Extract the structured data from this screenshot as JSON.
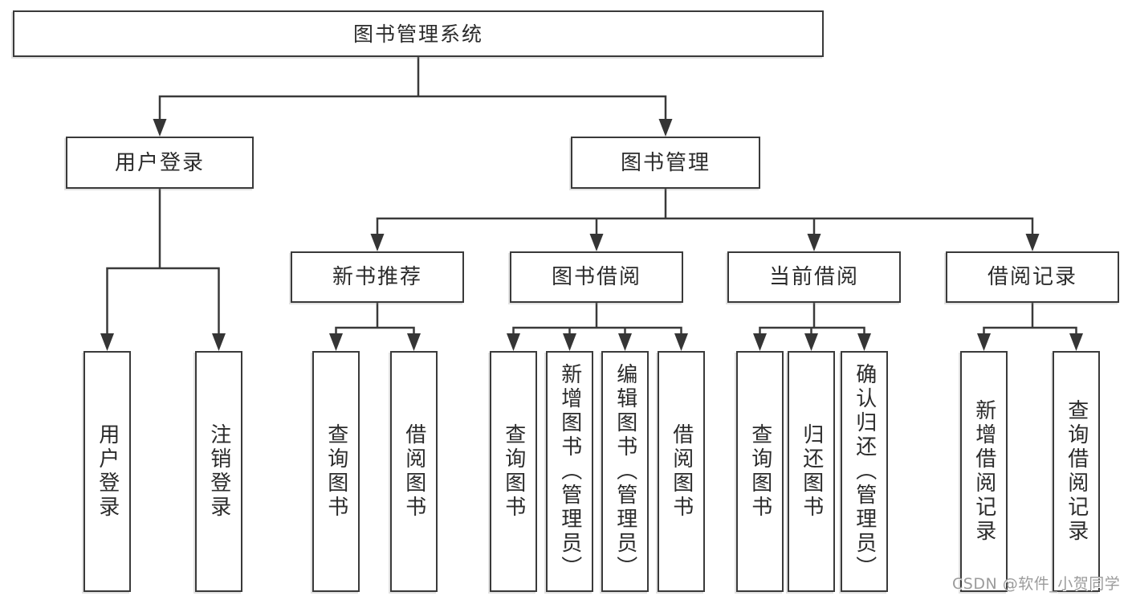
{
  "diagram": {
    "type": "hierarchy",
    "title": "图书管理系统",
    "root": {
      "label": "图书管理系统"
    },
    "branches": [
      {
        "label": "用户登录",
        "children": [
          {
            "label": "用户登录"
          },
          {
            "label": "注销登录"
          }
        ]
      },
      {
        "label": "图书管理",
        "children": [
          {
            "label": "新书推荐",
            "children": [
              {
                "label": "查询图书"
              },
              {
                "label": "借阅图书"
              }
            ]
          },
          {
            "label": "图书借阅",
            "children": [
              {
                "label": "查询图书"
              },
              {
                "label": "新增图书（管理员）"
              },
              {
                "label": "编辑图书（管理员）"
              },
              {
                "label": "借阅图书"
              }
            ]
          },
          {
            "label": "当前借阅",
            "children": [
              {
                "label": "查询图书"
              },
              {
                "label": "归还图书"
              },
              {
                "label": "确认归还（管理员）"
              }
            ]
          },
          {
            "label": "借阅记录",
            "children": [
              {
                "label": "新增借阅记录"
              },
              {
                "label": "查询借阅记录"
              }
            ]
          }
        ]
      }
    ]
  },
  "watermark": {
    "text": "CSDN @软件_小贺同学"
  },
  "colors": {
    "background": "#ffffff",
    "line": "#3a3a3a",
    "box_border": "#3a3a3a",
    "text": "#2b2b2b",
    "watermark": "#9b9b9b"
  }
}
